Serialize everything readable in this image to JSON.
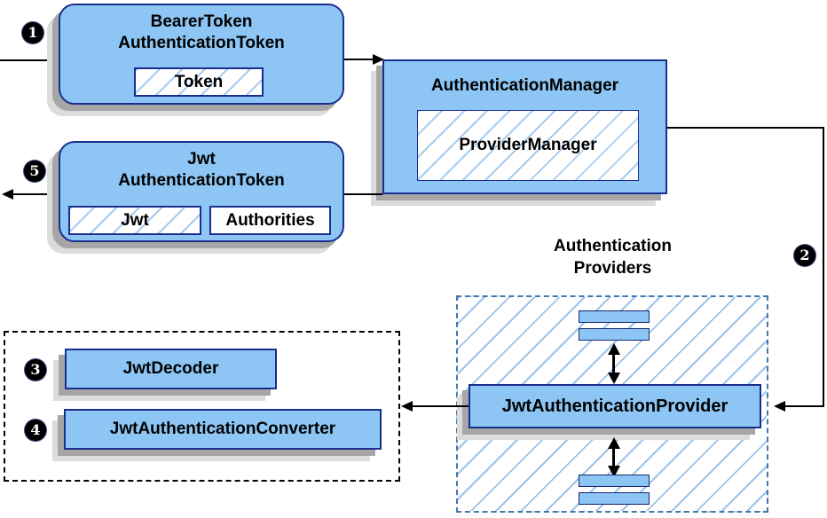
{
  "steps": {
    "one": "1",
    "two": "2",
    "three": "3",
    "four": "4",
    "five": "5"
  },
  "bearer_box": {
    "title_line1": "BearerToken",
    "title_line2": "AuthenticationToken",
    "token_field": "Token"
  },
  "auth_manager_box": {
    "title": "AuthenticationManager",
    "provider_manager": "ProviderManager"
  },
  "jwt_box": {
    "title_line1": "Jwt",
    "title_line2": "AuthenticationToken",
    "jwt_field": "Jwt",
    "authorities_field": "Authorities"
  },
  "providers_group": {
    "label_line1": "Authentication",
    "label_line2": "Providers",
    "provider_box": "JwtAuthenticationProvider"
  },
  "decoder_box": {
    "label": "JwtDecoder"
  },
  "converter_box": {
    "label": "JwtAuthenticationConverter"
  },
  "colors": {
    "node_fill": "#8DC6F4",
    "node_border": "#1A2E8E",
    "hatch_line": "#A7CCEF",
    "blue_dashed_border": "#4377AD",
    "black_edges": "#000000",
    "shadow_dark": "#A6A6A6",
    "shadow_light": "#DCDCDC"
  }
}
